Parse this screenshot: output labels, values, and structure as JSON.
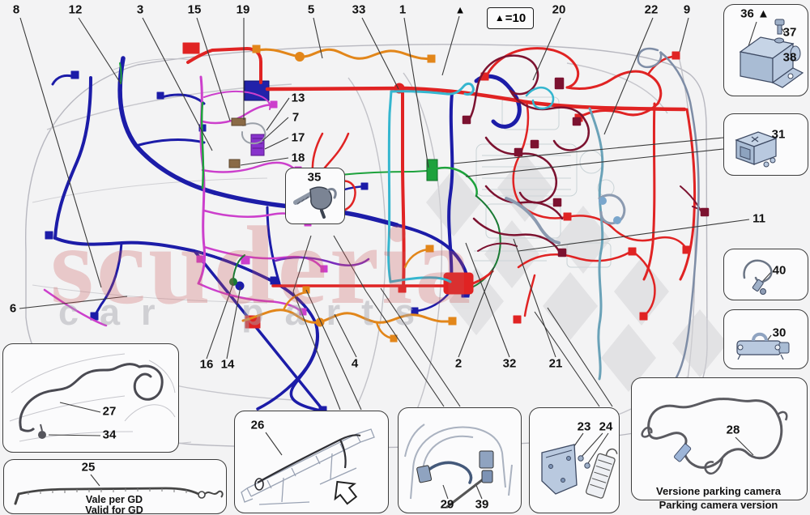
{
  "watermark": {
    "primary": "scuderia",
    "secondary": "car parts"
  },
  "legend": {
    "triangle": "▲",
    "equals": "=10",
    "floating_triangle": "▲"
  },
  "callouts": {
    "n1": "1",
    "n2": "2",
    "n3": "3",
    "n4": "4",
    "n5": "5",
    "n6": "6",
    "n7": "7",
    "n8": "8",
    "n9": "9",
    "n11": "11",
    "n12": "12",
    "n13": "13",
    "n14": "14",
    "n15": "15",
    "n16": "16",
    "n17": "17",
    "n18": "18",
    "n19": "19",
    "n20": "20",
    "n21": "21",
    "n22": "22",
    "n23": "23",
    "n24": "24",
    "n25": "25",
    "n26": "26",
    "n27": "27",
    "n28": "28",
    "n29": "29",
    "n30": "30",
    "n31": "31",
    "n32": "32",
    "n33": "33",
    "n34": "34",
    "n35": "35",
    "n36": "36 ▲",
    "n37": "37",
    "n38": "38",
    "n39": "39",
    "n40": "40"
  },
  "captions": {
    "box25_line1": "Vale per GD",
    "box25_line2": "Valid for GD",
    "box28_line1": "Versione parking camera",
    "box28_line2": "Parking camera version"
  },
  "colors": {
    "harness_blue": "#1c1ca8",
    "harness_red": "#e02323",
    "harness_orange": "#e2861a",
    "harness_magenta": "#cc3fcc",
    "harness_maroon": "#7c1230",
    "harness_cyan": "#35b6cf",
    "harness_green": "#1da23c",
    "harness_purple": "#7a2dbd",
    "harness_steel": "#7e8da6",
    "part_fill": "#b9c9df",
    "outline_gray": "#b6b6be"
  }
}
